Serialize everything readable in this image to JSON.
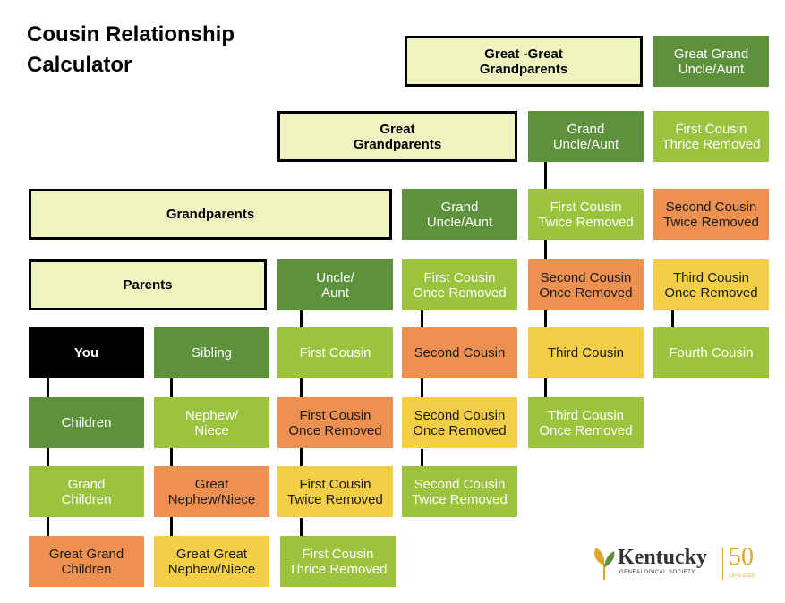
{
  "title_line1": "Cousin Relationship",
  "title_line2": "Calculator",
  "boxes": {
    "great_great_grandparents": "Great -Great\nGrandparents",
    "great_grand_uncle_aunt": "Great Grand\nUncle/Aunt",
    "great_grandparents": "Great\nGrandparents",
    "grand_uncle_aunt_top": "Grand\nUncle/Aunt",
    "first_cousin_thrice_removed_top": "First Cousin\nThrice Removed",
    "grandparents": "Grandparents",
    "grand_uncle_aunt": "Grand\nUncle/Aunt",
    "first_cousin_twice_removed_mid": "First Cousin\nTwice Removed",
    "second_cousin_twice_removed_mid": "Second Cousin\nTwice Removed",
    "parents": "Parents",
    "uncle_aunt": "Uncle/\nAunt",
    "first_cousin_once_removed_mid": "First Cousin\nOnce Removed",
    "second_cousin_once_removed_mid": "Second Cousin\nOnce Removed",
    "third_cousin_once_removed_mid": "Third Cousin\nOnce Removed",
    "you": "You",
    "sibling": "Sibling",
    "first_cousin": "First Cousin",
    "second_cousin": "Second Cousin",
    "third_cousin": "Third Cousin",
    "fourth_cousin": "Fourth Cousin",
    "children": "Children",
    "nephew_niece": "Nephew/\nNiece",
    "first_cousin_once_removed_low": "First Cousin\nOnce Removed",
    "second_cousin_once_removed_low": "Second Cousin\nOnce Removed",
    "third_cousin_once_removed_low": "Third Cousin\nOnce Removed",
    "grand_children": "Grand\nChildren",
    "great_nephew_niece": "Great\nNephew/Niece",
    "first_cousin_twice_removed_low": "First Cousin\nTwice Removed",
    "second_cousin_twice_removed_low": "Second Cousin\nTwice Removed",
    "great_grand_children": "Great Grand\nChildren",
    "great_great_nephew_niece": "Great Great\nNephew/Niece",
    "first_cousin_thrice_removed_low": "First Cousin\nThrice Removed"
  },
  "logo": {
    "name": "Kentucky",
    "subtitle": "GENEALOGICAL SOCIETY",
    "anniversary": "50",
    "years": "1973-2023",
    "leaf_color": "#e2a62a",
    "text_color": "#5d913c"
  }
}
